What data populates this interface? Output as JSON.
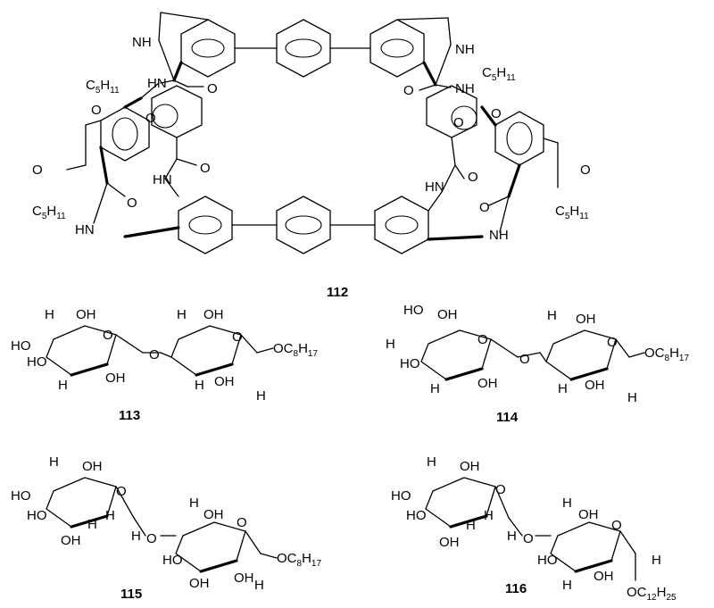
{
  "compounds": [
    {
      "id": "112"
    },
    {
      "id": "113",
      "tail": "OC8H17"
    },
    {
      "id": "114",
      "tail": "OC8H17"
    },
    {
      "id": "115",
      "tail": "OC8H17"
    },
    {
      "id": "116",
      "tail": "OC12H25"
    }
  ],
  "atom_labels": {
    "nh": "NH",
    "hn": "HN",
    "o": "O",
    "oh": "OH",
    "ho": "HO",
    "h": "H",
    "c5h11_main": "C",
    "c5h11_sub1": "5",
    "c5h11_h": "H",
    "c5h11_sub2": "11"
  }
}
